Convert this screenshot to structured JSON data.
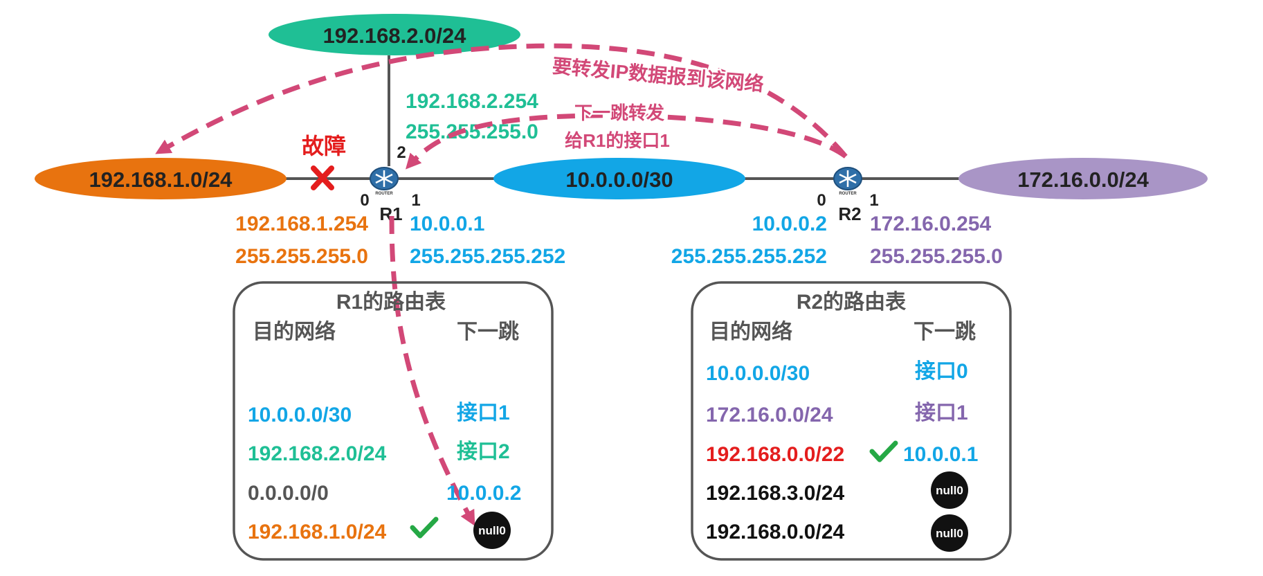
{
  "colors": {
    "orange": "#e8730f",
    "green": "#1fbf95",
    "blue": "#12a6e6",
    "purple": "#8466ad",
    "red": "#e41d1d",
    "dark": "#222222",
    "gray": "#555555",
    "pink": "#d24877",
    "check": "#25a845"
  },
  "networks": {
    "lan1": "192.168.1.0/24",
    "lan2": "192.168.2.0/24",
    "link": "10.0.0.0/30",
    "lan3": "172.16.0.0/24"
  },
  "routers": {
    "r1": {
      "label": "R1",
      "port0": "0",
      "port1": "1",
      "port2": "2",
      "icon_text": "ROUTER"
    },
    "r2": {
      "label": "R2",
      "port0": "0",
      "port1": "1",
      "icon_text": "ROUTER"
    }
  },
  "interfaces": {
    "r1_if0": {
      "ip": "192.168.1.254",
      "mask": "255.255.255.0"
    },
    "r1_if1": {
      "ip": "10.0.0.1",
      "mask": "255.255.255.252"
    },
    "r1_if2": {
      "ip": "192.168.2.254",
      "mask": "255.255.255.0"
    },
    "r2_if0": {
      "ip": "10.0.0.2",
      "mask": "255.255.255.252"
    },
    "r2_if1": {
      "ip": "172.16.0.254",
      "mask": "255.255.255.0"
    }
  },
  "fault_label": "故障",
  "annotations": {
    "forward_to_network": "要转发IP数据报到该网络",
    "next_hop_line1": "下一跳转发",
    "next_hop_line2": "给R1的接口1"
  },
  "r1_table": {
    "title": "R1的路由表",
    "col_dest": "目的网络",
    "col_next": "下一跳",
    "rows": [
      {
        "dest": "10.0.0.0/30",
        "next": "接口1"
      },
      {
        "dest": "192.168.2.0/24",
        "next": "接口2"
      },
      {
        "dest": "0.0.0.0/0",
        "next": "10.0.0.2"
      },
      {
        "dest": "192.168.1.0/24",
        "next": "null0"
      }
    ]
  },
  "r2_table": {
    "title": "R2的路由表",
    "col_dest": "目的网络",
    "col_next": "下一跳",
    "rows": [
      {
        "dest": "10.0.0.0/30",
        "next": "接口0"
      },
      {
        "dest": "172.16.0.0/24",
        "next": "接口1"
      },
      {
        "dest": "192.168.0.0/22",
        "next": "10.0.0.1"
      },
      {
        "dest": "192.168.3.0/24",
        "next": "null0"
      },
      {
        "dest": "192.168.0.0/24",
        "next": "null0"
      }
    ]
  }
}
